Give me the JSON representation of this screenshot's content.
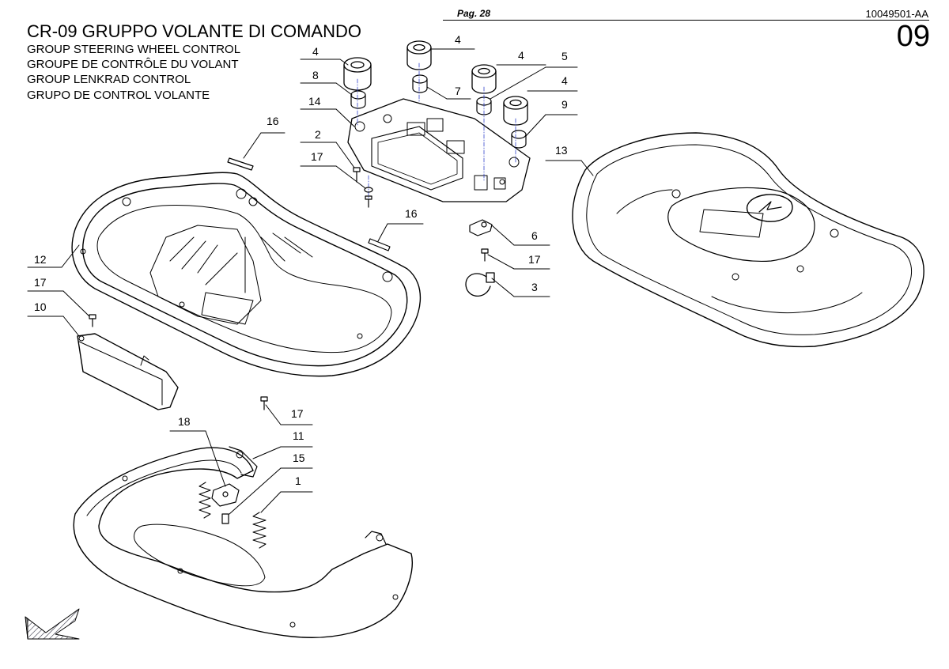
{
  "header": {
    "page_label": "Pag. 28",
    "doc_number": "10049501-AA",
    "section_number": "09"
  },
  "titles": {
    "main": "CR-09 GRUPPO VOLANTE DI COMANDO",
    "en": "GROUP STEERING WHEEL CONTROL",
    "fr": "GROUPE DE CONTRÔLE DU VOLANT",
    "de": "GROUP LENKRAD CONTROL",
    "es": "GRUPO DE CONTROL VOLANTE"
  },
  "callouts": {
    "c4a": "4",
    "c4b": "4",
    "c4c": "4",
    "c4d": "4",
    "c5": "5",
    "c7": "7",
    "c8": "8",
    "c9": "9",
    "c14": "14",
    "c16a": "16",
    "c2": "2",
    "c17a": "17",
    "c13": "13",
    "c16b": "16",
    "c6": "6",
    "c17b": "17",
    "c3": "3",
    "c12": "12",
    "c17c": "17",
    "c10": "10",
    "c17d": "17",
    "c18": "18",
    "c11": "11",
    "c15": "15",
    "c1": "1"
  },
  "colors": {
    "line": "#000000",
    "guide": "#3344cc",
    "fill": "#ffffff"
  }
}
